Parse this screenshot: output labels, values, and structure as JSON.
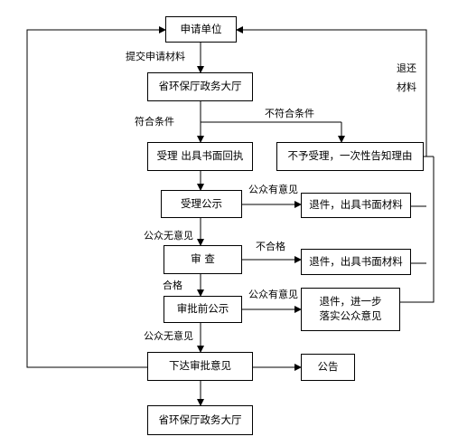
{
  "nodes": {
    "apply_unit": "申请单位",
    "hall_top": "省环保厅政务大厅",
    "accept_receipt": "受理 出具书面回执",
    "reject_once": "不予受理，一次性告知理由",
    "accept_publicity": "受理公示",
    "return_1": "退件，出具书面材料",
    "review": "审    查",
    "return_2": "退件，出具书面材料",
    "pre_approval_publicity": "审批前公示",
    "return_3": "退件，进一步\n落实公众意见",
    "issue_opinion": "下达审批意见",
    "announcement": "公告",
    "hall_bottom": "省环保厅政务大厅"
  },
  "labels": {
    "submit_materials": "提交申请材料",
    "meets_conditions": "符合条件",
    "not_meet_conditions": "不符合条件",
    "public_objection_1": "公众有意见",
    "public_no_objection_1": "公众无意见",
    "unqualified": "不合格",
    "qualified": "合格",
    "public_objection_2": "公众有意见",
    "public_no_objection_2": "公众无意见",
    "return_materials": "退还\n材料"
  }
}
